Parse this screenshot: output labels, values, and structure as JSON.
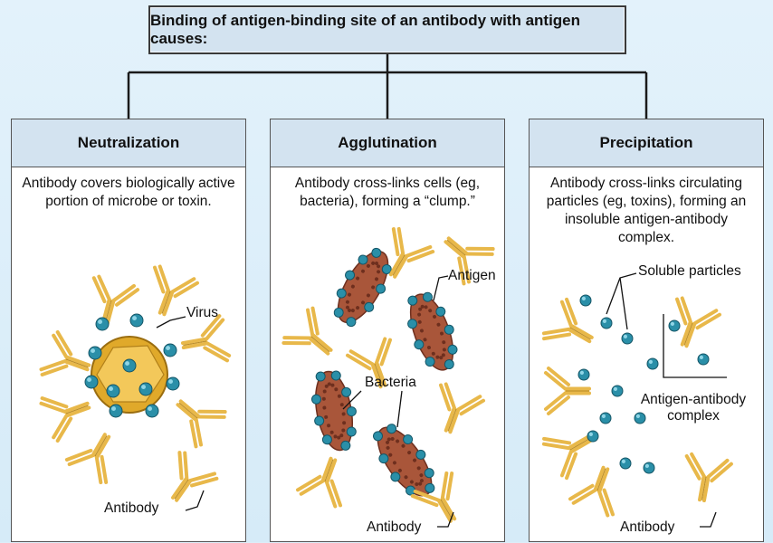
{
  "title": "Binding of antigen-binding site of an antibody with antigen causes:",
  "panels": [
    {
      "heading": "Neutralization",
      "description": "Antibody covers biologically active portion of microbe or toxin.",
      "labels": {
        "virus": "Virus",
        "antibody": "Antibody"
      }
    },
    {
      "heading": "Agglutination",
      "description": "Antibody cross-links cells (eg, bacteria), forming a “clump.”",
      "labels": {
        "antigen": "Antigen",
        "bacteria": "Bacteria",
        "antibody": "Antibody"
      }
    },
    {
      "heading": "Precipitation",
      "description": "Antibody cross-links circulating particles (eg, toxins), forming an insoluble antigen-antibody complex.",
      "labels": {
        "soluble": "Soluble particles",
        "complex": "Antigen-antibody complex",
        "antibody": "Antibody"
      }
    }
  ],
  "colors": {
    "antibody": "#e8b84a",
    "antigen": "#2a8fa8",
    "virus": "#e0a92a",
    "bacteria": "#a9563a",
    "header": "#d3e3f0"
  }
}
